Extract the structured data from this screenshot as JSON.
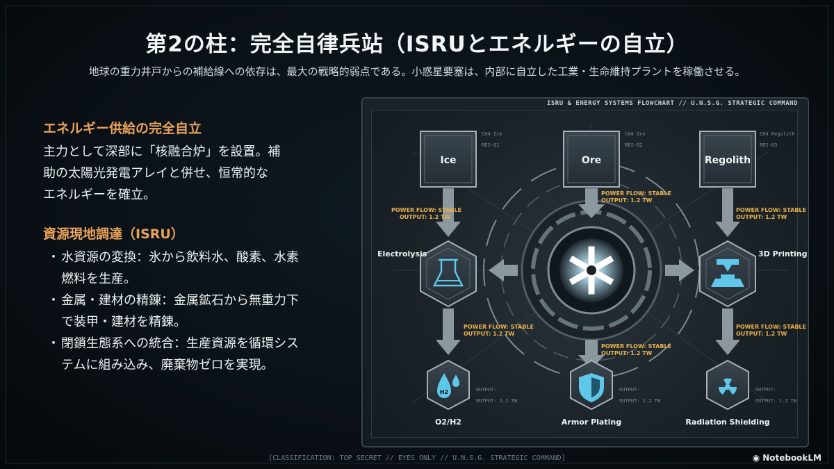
{
  "title": "第2の柱：完全自律兵站（ISRUとエネルギーの自立）",
  "subtitle": "地球の重力井戸からの補給線への依存は、最大の戦略的弱点である。小惑星要塞は、内部に自立した工業・生命維持プラントを稼働させる。",
  "energy": {
    "heading": "エネルギー供給の完全自立",
    "lines": [
      "主力として深部に「核融合炉」を設置。補",
      "助の太陽光発電アレイと併せ、恒常的な",
      "エネルギーを確立。"
    ]
  },
  "isru": {
    "heading": "資源現地調達（ISRU）",
    "bullet_mark": "・",
    "bullets": [
      [
        "水資源の変換：氷から飲料水、酸素、水素",
        "燃料を生産。"
      ],
      [
        "金属・建材の精錬：金属鉱石から無重力下",
        "で装甲・建材を精錬。"
      ],
      [
        "閉鎖生態系への統合：生産資源を循環シス",
        "テムに組み込み、廃棄物ゼロを実現。"
      ]
    ]
  },
  "panel": {
    "header": "ISRU & ENERGY SYSTEMS FLOWCHART // U.N.S.G. STRATEGIC COMMAND",
    "inputs": [
      {
        "label": "Ice",
        "code": "RES-01",
        "tag": "CH4 Ice"
      },
      {
        "label": "Ore",
        "code": "RES-02",
        "tag": "CH4 Ore"
      },
      {
        "label": "Regolith",
        "code": "RES-03",
        "tag": "CH4 Regolith"
      }
    ],
    "processes": [
      {
        "label": "Electrolysis",
        "icon": "flask-icon"
      },
      {
        "label": "3D Printing",
        "icon": "printer-icon"
      }
    ],
    "outputs": [
      {
        "label": "O2/H2",
        "icon": "water-drop-icon",
        "icon_text": "H2"
      },
      {
        "label": "Armor Plating",
        "icon": "shield-icon"
      },
      {
        "label": "Radiation Shielding",
        "icon": "radiation-icon"
      }
    ],
    "flow_line1": "POWER FLOW: STABLE",
    "flow_line2": "OUTPUT: 1.2 TW",
    "out_line1": "OUTPUT:",
    "out_line3": "OUTPUT: 1.2 TW",
    "core_icon": "reactor-core-icon"
  },
  "footer": "[CLASSIFICATION: TOP SECRET // EYES ONLY // U.N.S.G. STRATEGIC COMMAND]",
  "logo": "NotebookLM",
  "colors": {
    "accent": "#e9a25a",
    "flow_text": "#e8b24a",
    "bg": "#0a1117"
  }
}
